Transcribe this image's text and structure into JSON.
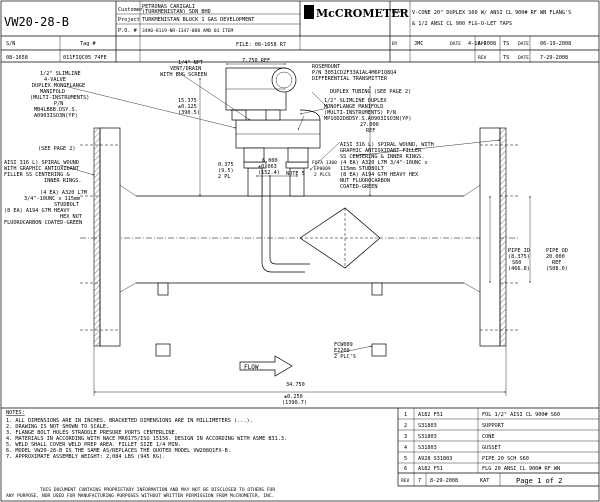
{
  "drawing_no": "VW20-28-B",
  "title_block": {
    "customer_label": "Customer",
    "customer_line1": "PETRONAS CARIGALI",
    "customer_line2": "(TURKMENISTAN) SDN BHD",
    "project_label": "Project",
    "project": "TURKMENISTAN BLOCK 1 GAS DEVELOPMENT",
    "po_label": "P.O. #",
    "po": "3490-8119-NR-1347-088 AMD 01 ITEM",
    "file": "FILE: 08-1658 R7",
    "logo": "McCROMETER",
    "desc_label": "DESC",
    "desc_line1": "V-CONE 20\" DUPLEX S60 W/ ANSI CL 900# RF WN FLANG'S",
    "desc_line2": "& 1/2 ANSI CL 900 FLG-O-LET TAPS",
    "sn_label": "S/N",
    "sn": "08-1658",
    "tag_label": "Tag #",
    "tag": "011FIQC05 74FE",
    "by_label": "BY",
    "by": "JMC",
    "date_label": "DATE",
    "date": "4-16-2008",
    "app_label": "APP",
    "app": "TS",
    "app_date_label": "DATE",
    "app_date": "06-19-2008",
    "rev_label": "REV",
    "rev": "TS",
    "rev_date_label": "DATE",
    "rev_date": "7-29-2008"
  },
  "callouts": {
    "slimline_4valve": [
      "1/2\" SLIMLINE",
      "4-VALVE",
      "DUPLEX MONOFLANGE",
      "MANIFOLD",
      "(MULTI-INSTRUMENTS)",
      "P/N",
      "MB4LB8B.DSY.S.",
      "A0903ISO3N(YP)"
    ],
    "see_page2": "(SEE PAGE 2)",
    "vent_drain": [
      "1/4\" NPT",
      "VENT/DRAIN",
      "WITH BUG SCREEN"
    ],
    "dim_7750": "7.750 REF",
    "transmitter": [
      "ROSEMOUNT",
      "P/N 3051CD2F33A1AL4M6P1Q8Q4",
      "DIFFERENTIAL TRANSMITTER"
    ],
    "duplex_tubing": "DUPLEX TUBING (SEE PAGE 2)",
    "slimline_2valve": [
      "1/2\" SLIMLINE DUPLEX",
      "MONOFLANGE MANIFOLD",
      "(MULTI-INSTRUMENTS) P/N",
      "MP1OD2D8D5Y.S.A0903ISO3N(YP)"
    ],
    "dim_15375": [
      "15.375",
      "±0.125",
      "(390.5)"
    ],
    "dim_27000": [
      "27.000",
      "REF"
    ],
    "gasket_left": [
      "AISI 316 L) SPIRAL WOUND",
      "WITH GRAPHIC ANTIOXIDANT",
      "FILLER SS CENTERING &",
      "INNER RINGS.",
      "(4 EA) A320 L7M",
      "3/4\"-10UNC x 115mm",
      "STUDBOLT",
      "(8 EA) A194 G7M HEAVY",
      "HEX NUT",
      "FLUOROCARBON COATED-GREEN"
    ],
    "gasket_left_head": "(SEE PAGE 2)",
    "gasket_right": [
      "AISI 316 L) SPIRAL WOUND, WITH",
      "GRAPHIC ANTIOXIDANT FILLER",
      "SS CENTERING & INNER RINGS.",
      "(4 EA) A320 L7M 3/4\"-10UNC x",
      "115mm STUDBOLT",
      "(8 EA) A194 G7M HEAVY HEX",
      "NUT FLUOROCARBON",
      "COATED-GREEN"
    ],
    "dim_0375": [
      "0.375",
      "(9.5)",
      "2 PL"
    ],
    "dim_6000": [
      "6.000",
      "±0.063",
      "(152.4)"
    ],
    "note5": "NOTE 5",
    "fota": [
      "FOTA 1300",
      "EP8009",
      "2 PLCS"
    ],
    "pipe_id": [
      "PIPE ID",
      "(8.375)",
      "S60",
      "(466.8)"
    ],
    "pipe_od": [
      "PIPE OD",
      "20.000",
      "REF",
      "(508.0)"
    ],
    "fcw": [
      "FCW009",
      "E2209",
      "2 PLC'S"
    ],
    "flow": "FLOW",
    "dim_overall": [
      "34.750",
      "±0.250",
      "(1390.7)"
    ]
  },
  "notes": {
    "heading": "NOTES:",
    "items": [
      "1. ALL DIMENSIONS ARE IN INCHES. BRACKETED DIMENSIONS ARE IN MILLIMETERS (...).",
      "2. DRAWING IS NOT SHOWN TO SCALE.",
      "3. FLANGE BOLT HOLES STRADDLE PRESURE PORTS CENTERLINE.",
      "4. MATERIALS IN ACCORDING WITH NACE MR0175/ISO 15156. DESIGN IN ACCORDING WITH ASME B31.3.",
      "5. WELD SHALL COVER WELD PREP AREA. FILLET SIZE 1/4 MIN.",
      "6. MODEL VW20-28-B IS THE SAME AS/REPLACES THE QUOTED MODEL VW208Q1FX-B.",
      "7. APPROXIMATE ASSEMBLY WEIGHT: 2,084 LBS (945 KG)."
    ]
  },
  "materials": [
    {
      "mark": "1",
      "material": "A182 F51",
      "desc": "FOL 1/2\" AISI CL 900# S60"
    },
    {
      "mark": "2",
      "material": "S31803",
      "desc": "SUPPORT"
    },
    {
      "mark": "3",
      "material": "S31803",
      "desc": "CONE"
    },
    {
      "mark": "4",
      "material": "S31803",
      "desc": "GUSSET"
    },
    {
      "mark": "5",
      "material": "A928 S31803",
      "desc": "PIPE 20 SCH S60"
    },
    {
      "mark": "6",
      "material": "A182 F51",
      "desc": "FLG 20 ANSI CL 900# RF WN"
    }
  ],
  "revision_row": {
    "rev_label": "REV",
    "rev": "7",
    "date": "8-29-2008",
    "by": "KAT",
    "page": "Page 1 of 2"
  },
  "footer": [
    "THIS DOCUMENT CONTAINS PROPRIETARY INFORMATION AND MAY NOT BE DISCLOSED TO OTHERS FOR",
    "ANY PURPOSE, NOR USED FOR MANUFACTURING PURPOSES WITHOUT WRITTEN PERMISSION FROM McCROMETER, INC."
  ]
}
